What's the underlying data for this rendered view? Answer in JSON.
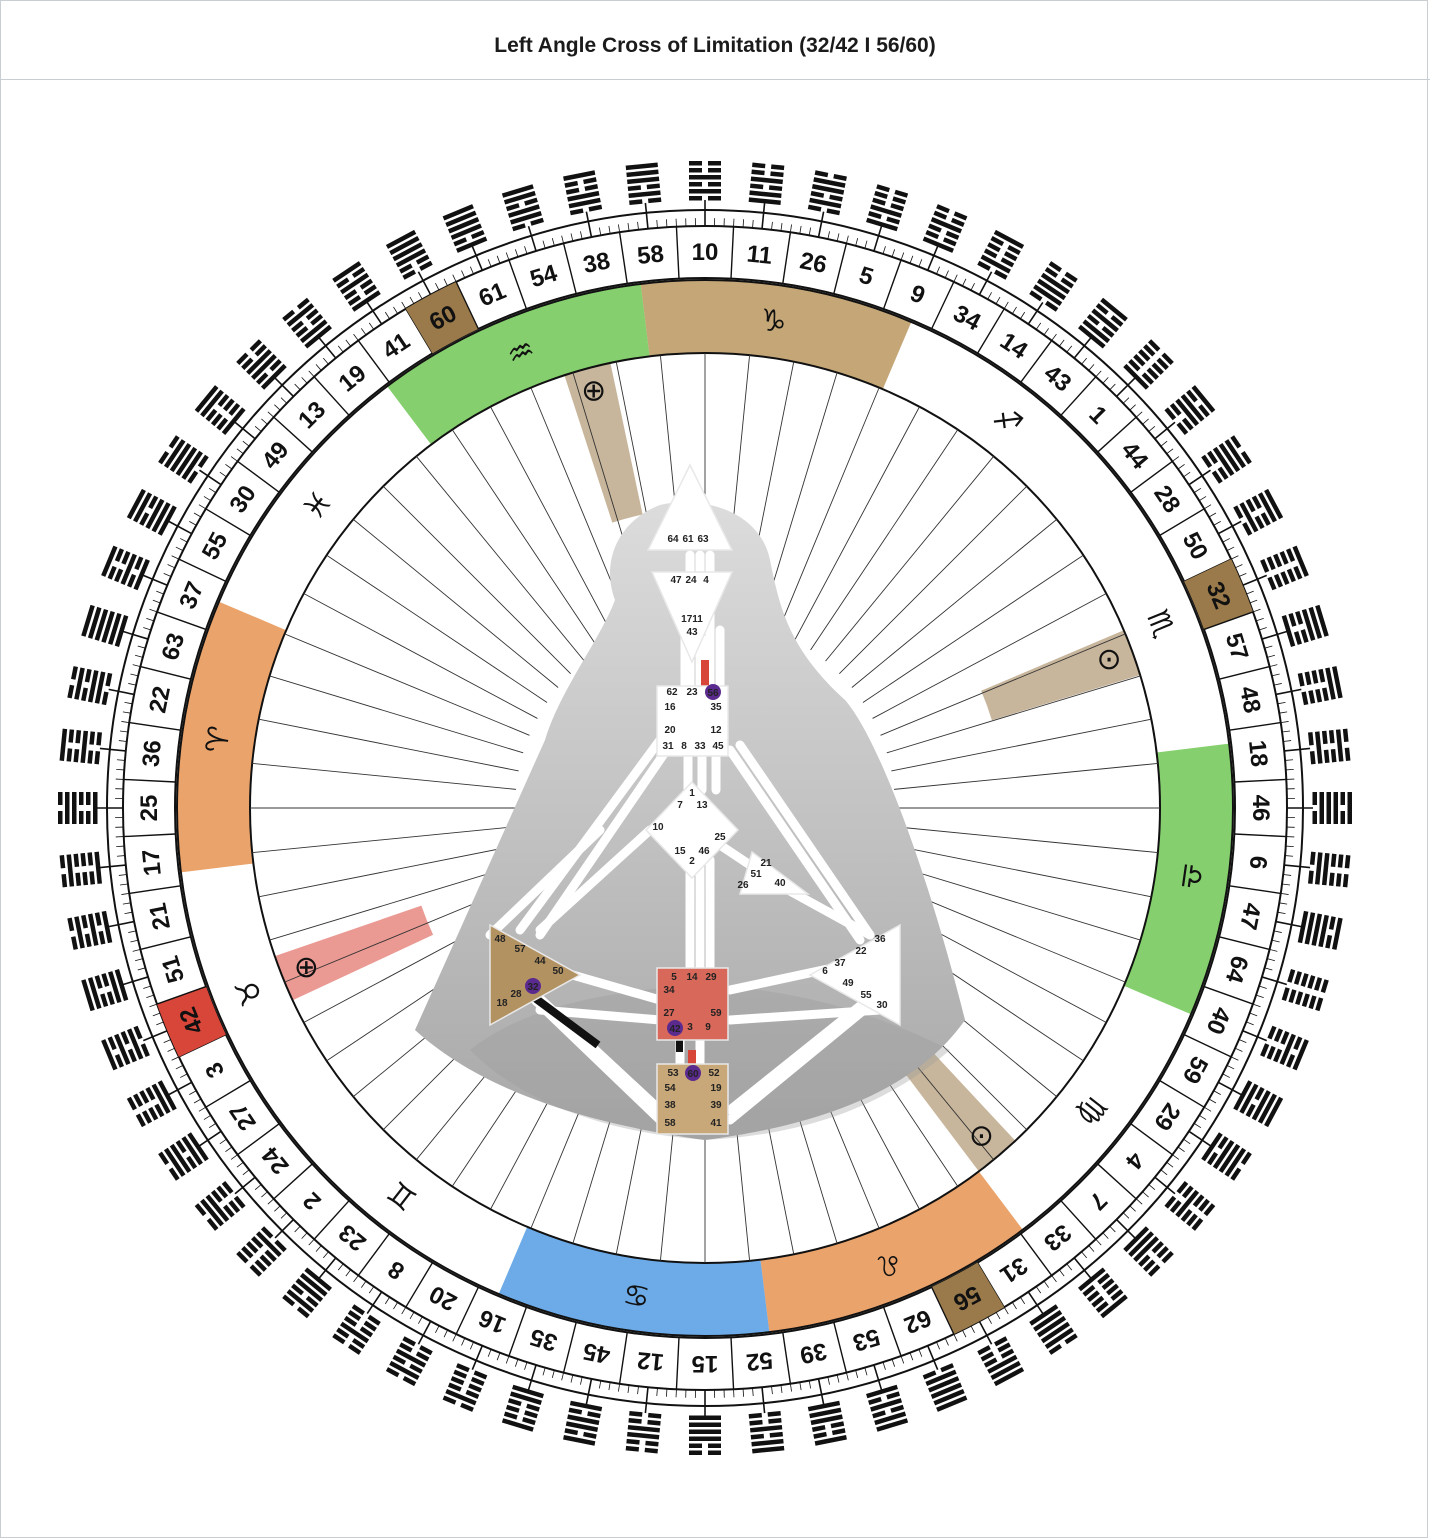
{
  "title": "Left Angle Cross of Limitation (32/42 I 56/60)",
  "wheel": {
    "gates": [
      "10",
      "11",
      "26",
      "5",
      "9",
      "34",
      "14",
      "43",
      "1",
      "44",
      "28",
      "50",
      "32",
      "57",
      "48",
      "18",
      "46",
      "6",
      "47",
      "64",
      "40",
      "59",
      "29",
      "4",
      "7",
      "33",
      "31",
      "56",
      "62",
      "53",
      "39",
      "52",
      "15",
      "12",
      "45",
      "35",
      "16",
      "20",
      "8",
      "23",
      "2",
      "24",
      "27",
      "3",
      "42",
      "51",
      "21",
      "17",
      "25",
      "36",
      "22",
      "63",
      "37",
      "55",
      "30",
      "49",
      "13",
      "19",
      "41",
      "60",
      "61",
      "54",
      "38",
      "58"
    ],
    "highlighted_gates": [
      {
        "gate": "32",
        "color": "#9a7a4a"
      },
      {
        "gate": "42",
        "color": "#d8463a"
      },
      {
        "gate": "56",
        "color": "#9a7a4a"
      },
      {
        "gate": "60",
        "color": "#9a7a4a"
      }
    ],
    "zodiac_signs": [
      {
        "glyph": "♑",
        "color": "#b0884a"
      },
      {
        "glyph": "♐",
        "color": ""
      },
      {
        "glyph": "♏",
        "color": ""
      },
      {
        "glyph": "♎",
        "color": "#5cbf3e"
      },
      {
        "glyph": "♍",
        "color": ""
      },
      {
        "glyph": "♌",
        "color": "#e3843a"
      },
      {
        "glyph": "♋",
        "color": "#3b8fe0"
      },
      {
        "glyph": "♊",
        "color": ""
      },
      {
        "glyph": "♉",
        "color": ""
      },
      {
        "glyph": "♈",
        "color": "#e3843a"
      },
      {
        "glyph": "♓",
        "color": ""
      },
      {
        "glyph": "♒",
        "color": "#5cbf3e"
      }
    ],
    "planet_markers": [
      {
        "glyph": "⊕",
        "color": "#cc2a1f"
      },
      {
        "glyph": "⊙",
        "color": "#222222"
      },
      {
        "glyph": "⊕",
        "color": "#222222"
      },
      {
        "glyph": "⊙",
        "color": "#cc2a1f"
      }
    ]
  },
  "bodygraph": {
    "head": [
      "64",
      "61",
      "63"
    ],
    "ajna_top": [
      "47",
      "24",
      "4"
    ],
    "ajna_bottom": [
      "17",
      "11",
      "43"
    ],
    "throat": [
      "62",
      "23",
      "56",
      "16",
      "35",
      "20",
      "12",
      "31",
      "8",
      "33",
      "45"
    ],
    "g_center": [
      "1",
      "7",
      "13",
      "10",
      "25",
      "15",
      "46",
      "2"
    ],
    "ego": [
      "21",
      "51",
      "26",
      "40"
    ],
    "spleen": [
      "48",
      "57",
      "44",
      "50",
      "32",
      "28",
      "18"
    ],
    "sacral": [
      "5",
      "14",
      "29",
      "34",
      "27",
      "59",
      "42",
      "3",
      "9"
    ],
    "solar_plexus": [
      "36",
      "22",
      "37",
      "6",
      "49",
      "55",
      "30"
    ],
    "root": [
      "53",
      "60",
      "52",
      "54",
      "19",
      "38",
      "39",
      "58",
      "41"
    ],
    "activated_gates": [
      "56",
      "32",
      "42",
      "60"
    ]
  },
  "colors": {
    "earth_tan": "#9a7a4a",
    "red": "#d8463a",
    "green": "#5cbf3e",
    "orange": "#e3843a",
    "blue": "#3b8fe0",
    "activation_purple": "#5a2a8e"
  }
}
